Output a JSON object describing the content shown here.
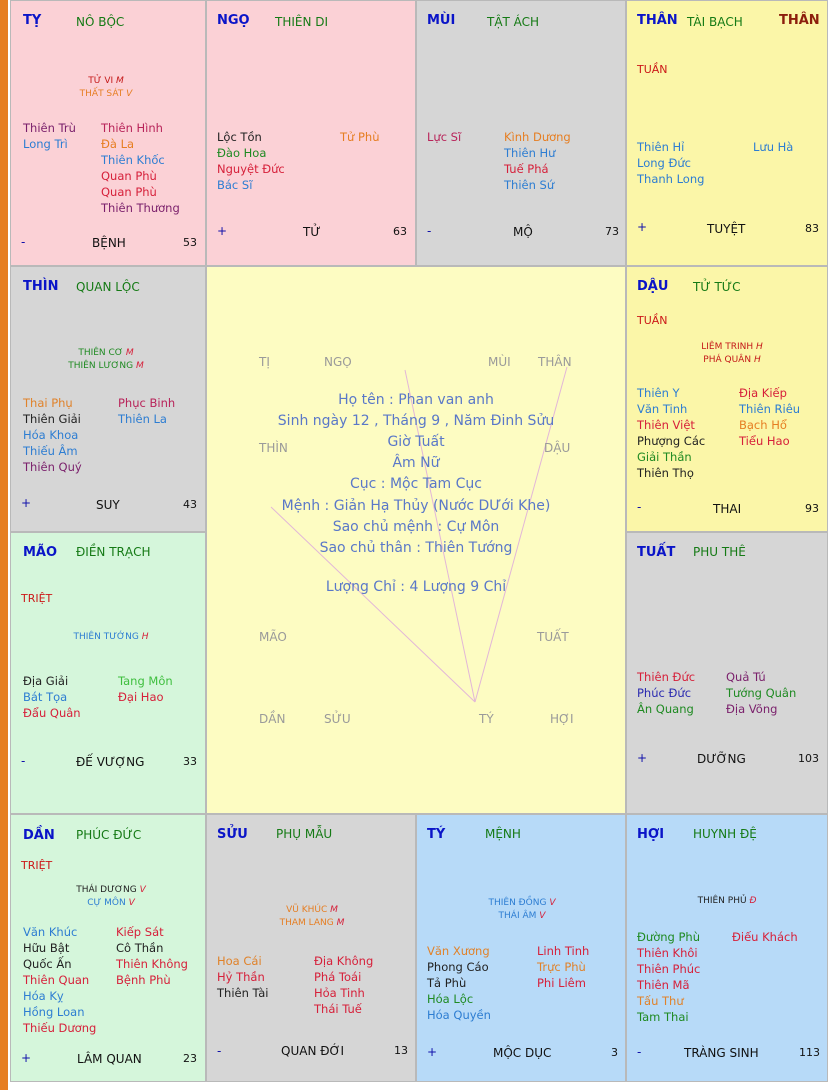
{
  "center": {
    "name": "Họ tên : Phan van anh",
    "birth": "Sinh ngày 12 , Tháng 9 , Năm Đinh Sửu",
    "hour": "Giờ Tuất",
    "gender": "Âm Nữ",
    "cuc": "Cục : Mộc Tam Cục",
    "menh": "Mệnh : Giản Hạ Thủy (Nước DƯới Khe)",
    "sao_menh": "Sao chủ mệnh : Cự Môn",
    "sao_than": "Sao chủ thân : Thiên Tướng",
    "luong_chi": "Lượng Chỉ : 4 Lượng 9 Chỉ",
    "labels": {
      "ti": "TỊ",
      "ngo": "NGỌ",
      "mui": "MÙI",
      "than": "THÂN",
      "thin": "THÌN",
      "dau": "DẬU",
      "mao": "MÃO",
      "tuat": "TUẤT",
      "dan": "DẦN",
      "suu": "SỬU",
      "ty": "TÝ",
      "hoi": "HỢI"
    }
  },
  "cells": {
    "ty_snake": {
      "branch": "TỴ",
      "palace": "NÔ BỘC",
      "main": [
        "TỬ VI",
        "THẤT SÁT"
      ],
      "main_q": [
        "M",
        "V"
      ],
      "left": [
        "Thiên Trù",
        "Long Trì"
      ],
      "right": [
        "Thiên Hình",
        "Đà La",
        "Thiên Khốc",
        "Quan Phù",
        "Quan Phù",
        "Thiên Thương"
      ],
      "sign": "-",
      "stage": "BỆNH",
      "age": "53"
    },
    "ngo": {
      "branch": "NGỌ",
      "palace": "THIÊN DI",
      "left": [
        "Lộc Tồn",
        "Đào Hoa",
        "Nguyệt Đức",
        "Bác Sĩ"
      ],
      "right": [
        "Tử Phù"
      ],
      "sign": "+",
      "stage": "TỬ",
      "age": "63"
    },
    "mui": {
      "branch": "MÙI",
      "palace": "TẬT ÁCH",
      "left": [
        "Lực Sĩ"
      ],
      "right": [
        "Kình Dương",
        "Thiên Hư",
        "Tuế Phá",
        "Thiên Sứ"
      ],
      "sign": "-",
      "stage": "MỘ",
      "age": "73"
    },
    "than": {
      "branch": "THÂN",
      "palace": "TÀI BẠCH",
      "than_mark": "THÂN",
      "tag": "TUẦN",
      "left": [
        "Thiên Hỉ",
        "Long Đức",
        "Thanh Long"
      ],
      "right": [
        "Lưu Hà"
      ],
      "sign": "+",
      "stage": "TUYỆT",
      "age": "83"
    },
    "thin": {
      "branch": "THÌN",
      "palace": "QUAN LỘC",
      "main": [
        "THIÊN CƠ",
        "THIÊN LƯƠNG"
      ],
      "main_q": [
        "M",
        "M"
      ],
      "left": [
        "Thai Phụ",
        "Thiên Giải",
        "Hóa Khoa",
        "Thiếu Âm",
        "Thiên Quý"
      ],
      "right": [
        "Phục Binh",
        "Thiên La"
      ],
      "sign": "+",
      "stage": "SUY",
      "age": "43"
    },
    "dau": {
      "branch": "DẬU",
      "palace": "TỬ TỨC",
      "tag": "TUẦN",
      "main": [
        "LIÊM TRINH",
        "PHÁ QUÂN"
      ],
      "main_q": [
        "H",
        "H"
      ],
      "left": [
        "Thiên Y",
        "Văn Tinh",
        "Thiên Việt",
        "Phượng Các",
        "Giải Thần",
        "Thiên Thọ"
      ],
      "right": [
        "Địa Kiếp",
        "Thiên Riêu",
        "Bạch Hổ",
        "Tiểu Hao"
      ],
      "sign": "-",
      "stage": "THAI",
      "age": "93"
    },
    "mao": {
      "branch": "MÃO",
      "palace": "ĐIỀN TRẠCH",
      "tag": "TRIỆT",
      "main": [
        "THIÊN TƯỚNG"
      ],
      "main_q": [
        "H"
      ],
      "left": [
        "Địa Giải",
        "Bát Tọa",
        "Đẩu Quân"
      ],
      "right": [
        "Tang Môn",
        "Đại Hao"
      ],
      "sign": "-",
      "stage": "ĐẾ VƯỢNG",
      "age": "33"
    },
    "tuat": {
      "branch": "TUẤT",
      "palace": "PHU THÊ",
      "left": [
        "Thiên Đức",
        "Phúc Đức",
        "Ân Quang"
      ],
      "right": [
        "Quả Tú",
        "Tướng Quân",
        "Địa Võng"
      ],
      "sign": "+",
      "stage": "DƯỠNG",
      "age": "103"
    },
    "dan": {
      "branch": "DẦN",
      "palace": "PHÚC ĐỨC",
      "tag": "TRIỆT",
      "main": [
        "THÁI DƯƠNG",
        "CỰ MÔN"
      ],
      "main_q": [
        "V",
        "V"
      ],
      "left": [
        "Văn Khúc",
        "Hữu Bật",
        "Quốc Ấn",
        "Thiên Quan",
        "Hóa Kỵ",
        "Hồng Loan",
        "Thiếu Dương"
      ],
      "right": [
        "Kiếp Sát",
        "Cô Thần",
        "Thiên Không",
        "Bệnh Phù"
      ],
      "sign": "+",
      "stage": "LÂM QUAN",
      "age": "23"
    },
    "suu": {
      "branch": "SỬU",
      "palace": "PHỤ MẪU",
      "main": [
        "VŨ KHÚC",
        "THAM LANG"
      ],
      "main_q": [
        "M",
        "M"
      ],
      "left": [
        "Hoa Cái",
        "Hỷ Thần",
        "Thiên Tài"
      ],
      "right": [
        "Địa Không",
        "Phá Toái",
        "Hỏa Tinh",
        "Thái Tuế"
      ],
      "sign": "-",
      "stage": "QUAN ĐỚI",
      "age": "13"
    },
    "ty_rat": {
      "branch": "TÝ",
      "palace": "MỆNH",
      "main": [
        "THIÊN ĐỒNG",
        "THÁI ÂM"
      ],
      "main_q": [
        "V",
        "V"
      ],
      "left": [
        "Văn Xương",
        "Phong Cáo",
        "Tả Phù",
        "Hóa Lộc",
        "Hóa Quyền"
      ],
      "right": [
        "Linh Tinh",
        "Trực Phù",
        "Phi Liêm"
      ],
      "sign": "+",
      "stage": "MỘC DỤC",
      "age": "3"
    },
    "hoi": {
      "branch": "HỢI",
      "palace": "HUYNH ĐỆ",
      "main": [
        "THIÊN PHỦ"
      ],
      "main_q": [
        "Đ"
      ],
      "left": [
        "Đường Phù",
        "Thiên Khôi",
        "Thiên Phúc",
        "Thiên Mã",
        "Tấu Thư",
        "Tam Thai"
      ],
      "right": [
        "Điếu Khách"
      ],
      "sign": "-",
      "stage": "TRÀNG SINH",
      "age": "113"
    }
  }
}
